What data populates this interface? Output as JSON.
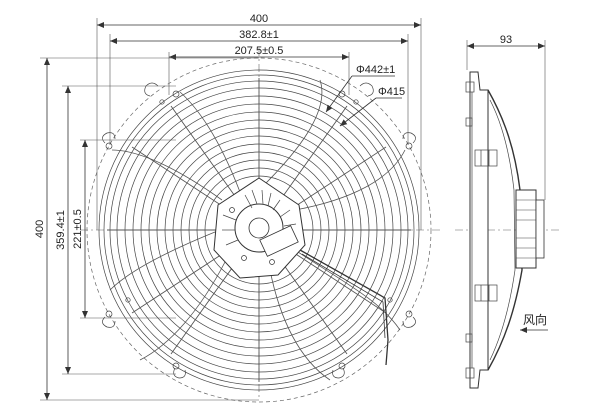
{
  "dimensions": {
    "width_overall": "400",
    "width_holes": "382.8±1",
    "width_inner_holes": "207.5±0.5",
    "diameter_outer": "Φ442±1",
    "diameter_blade": "Φ415",
    "height_overall": "400",
    "height_holes": "359.4±1",
    "height_inner_holes": "221±0.5",
    "side_depth": "93"
  },
  "labels": {
    "airflow_direction": "风向"
  }
}
